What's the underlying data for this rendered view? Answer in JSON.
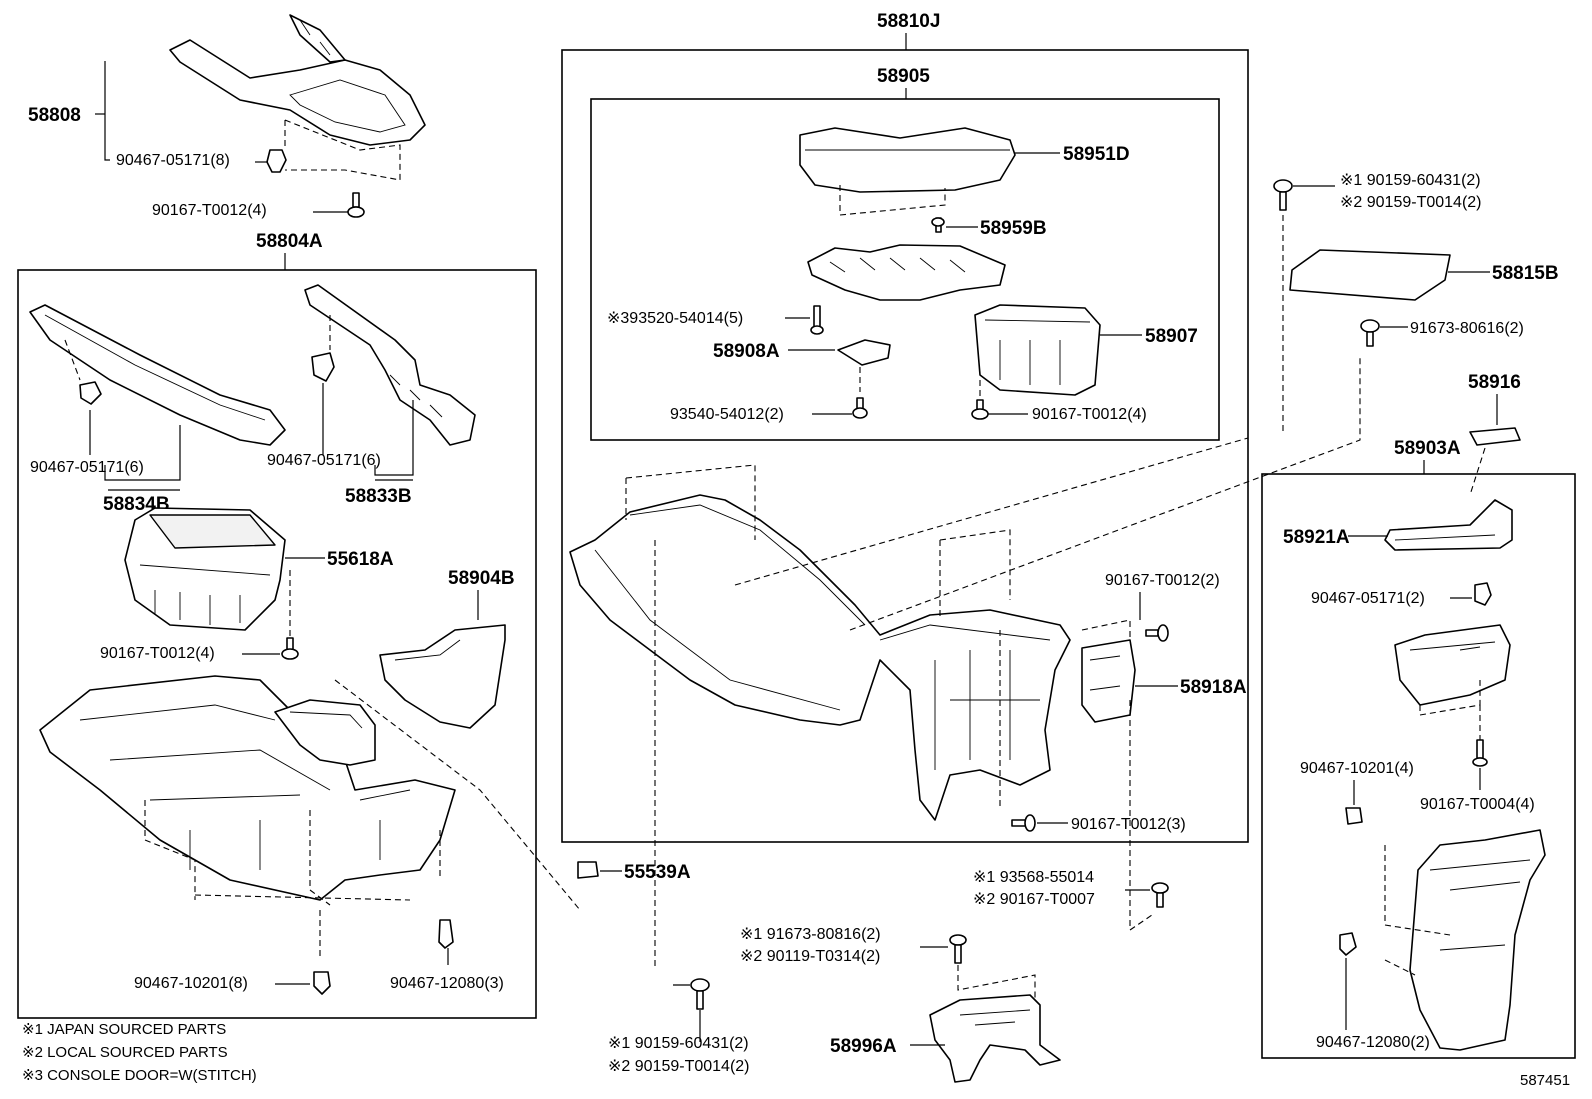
{
  "groups": {
    "g_58810J": "58810J",
    "g_58905": "58905",
    "g_58804A": "58804A",
    "g_58903A": "58903A"
  },
  "labels": {
    "p58808": "58808",
    "p90467_05171_8": "90467-05171(8)",
    "p90167_T0012_4a": "90167-T0012(4)",
    "p90467_05171_6a": "90467-05171(6)",
    "p90467_05171_6b": "90467-05171(6)",
    "p58834B": "58834B",
    "p58833B": "58833B",
    "p55618A": "55618A",
    "p90167_T0012_4b": "90167-T0012(4)",
    "p58904B": "58904B",
    "p90467_10201_8": "90467-10201(8)",
    "p90467_12080_3": "90467-12080(3)",
    "p58951D": "58951D",
    "p58959B": "58959B",
    "p393520": "※393520-54014(5)",
    "p58907": "58907",
    "p58908A": "58908A",
    "p93540": "93540-54012(2)",
    "p90167_T0012_4c": "90167-T0012(4)",
    "p90167_T0012_2": "90167-T0012(2)",
    "p58918A": "58918A",
    "p90167_T0012_3": "90167-T0012(3)",
    "p55539A": "55539A",
    "p93568_1": "※1 93568-55014",
    "p93568_2": "※2 90167-T0007",
    "p91673_1": "※1 91673-80816(2)",
    "p91673_2": "※2 90119-T0314(2)",
    "p58996A": "58996A",
    "p90159_bot_1": "※1 90159-60431(2)",
    "p90159_bot_2": "※2 90159-T0014(2)",
    "p90159_top_1": "※1 90159-60431(2)",
    "p90159_top_2": "※2 90159-T0014(2)",
    "p58815B": "58815B",
    "p91673_80616": "91673-80616(2)",
    "p58916": "58916",
    "p58921A": "58921A",
    "p90467_05171_2": "90467-05171(2)",
    "p90467_10201_4": "90467-10201(4)",
    "p90167_T0004_4": "90167-T0004(4)",
    "p90467_12080_2": "90467-12080(2)"
  },
  "notes": {
    "n1": "※1 JAPAN SOURCED PARTS",
    "n2": "※2 LOCAL SOURCED PARTS",
    "n3": "※3 CONSOLE DOOR=W(STITCH)"
  },
  "figure_id": "587451"
}
